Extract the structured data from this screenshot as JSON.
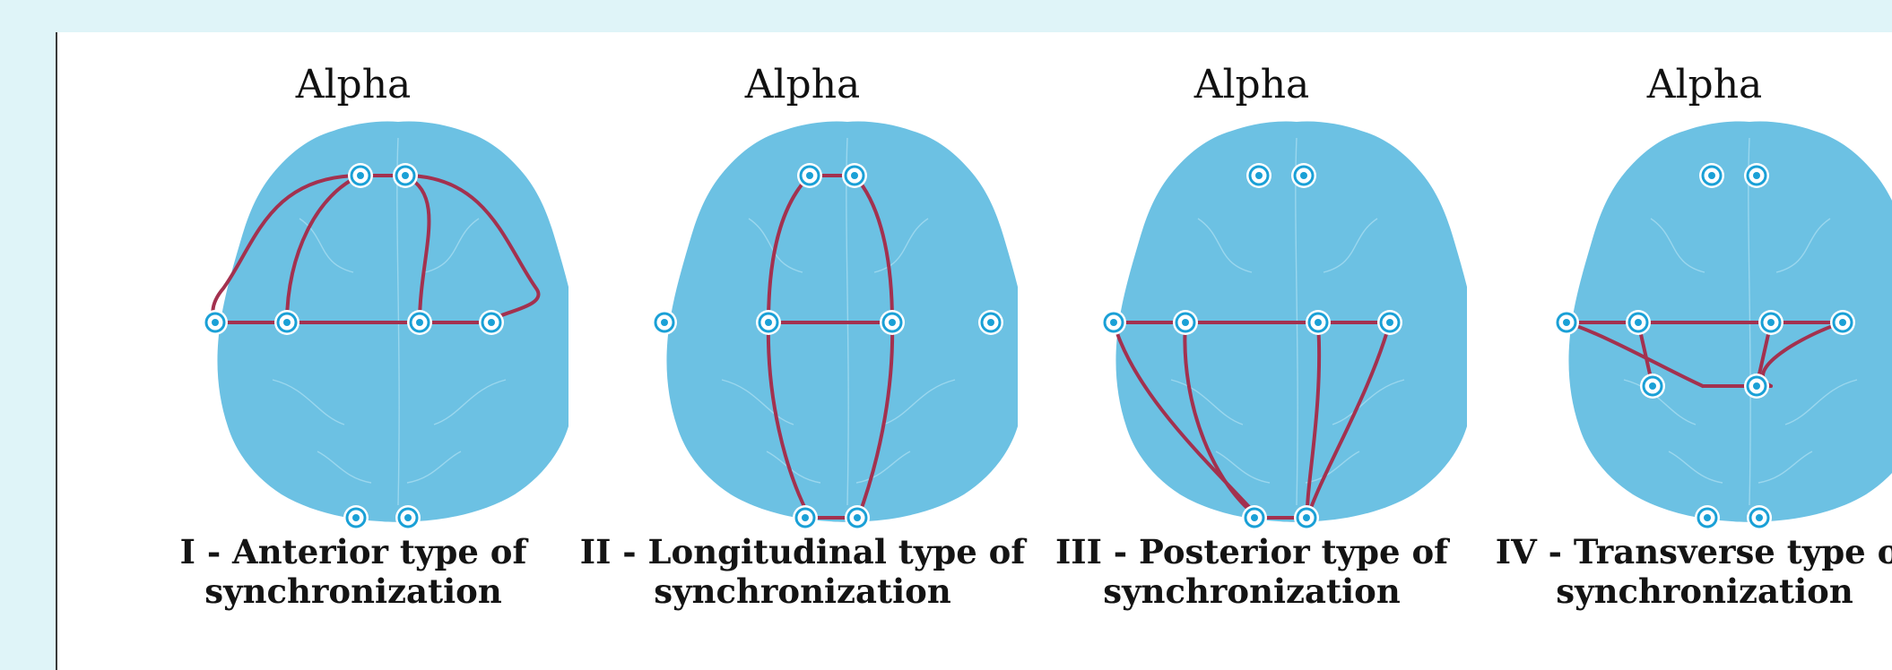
{
  "colors": {
    "background": "#dff4f8",
    "brain": "#6cc1e3",
    "vessels": "#a6dcf0",
    "connection": "#a3314f",
    "electrode_ring": "#1aa0d6",
    "electrode_fill": "#ffffff"
  },
  "panels": [
    {
      "title": "Alpha",
      "caption_line1": "I - Anterior type of",
      "caption_line2": "synchronization",
      "pattern": "anterior"
    },
    {
      "title": "Alpha",
      "caption_line1": "II - Longitudinal type of",
      "caption_line2": "synchronization",
      "pattern": "longitudinal"
    },
    {
      "title": "Alpha",
      "caption_line1": "III - Posterior type of",
      "caption_line2": "synchronization",
      "pattern": "posterior"
    },
    {
      "title": "Alpha",
      "caption_line1": "IV - Transverse type of",
      "caption_line2": "synchronization",
      "pattern": "transverse"
    }
  ]
}
